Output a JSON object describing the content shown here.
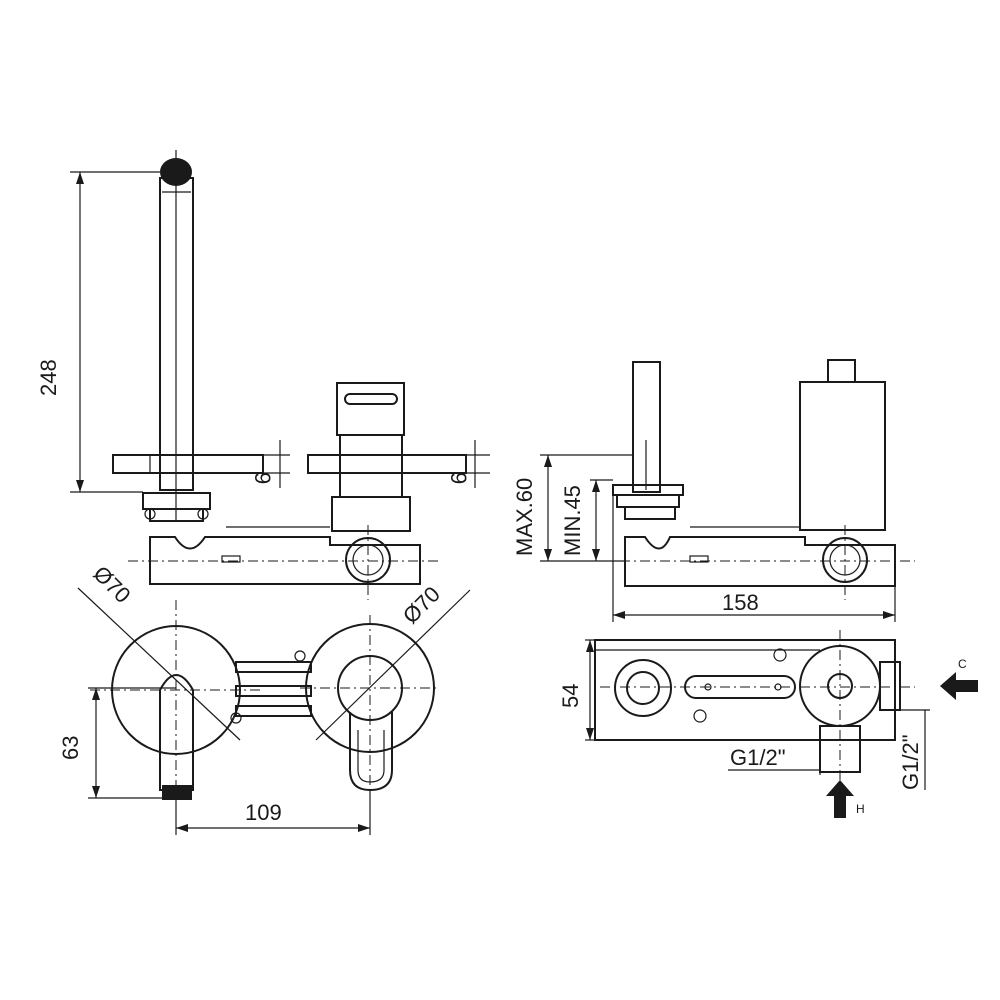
{
  "dimensions": {
    "spout_height": "248",
    "plate_thickness_left": "9",
    "plate_thickness_right": "9",
    "rosette_diameter_left": "Ø70",
    "rosette_diameter_right": "Ø70",
    "spout_projection": "63",
    "center_distance": "109",
    "max_depth": "MAX.60",
    "min_depth": "MIN.45",
    "body_length": "158",
    "body_depth": "54",
    "hot_connection": "G1/2\"",
    "cold_connection": "G1/2\""
  },
  "flow_labels": {
    "cold": "C",
    "hot": "H"
  },
  "colors": {
    "line": "#1a1a1a",
    "background": "#ffffff"
  }
}
